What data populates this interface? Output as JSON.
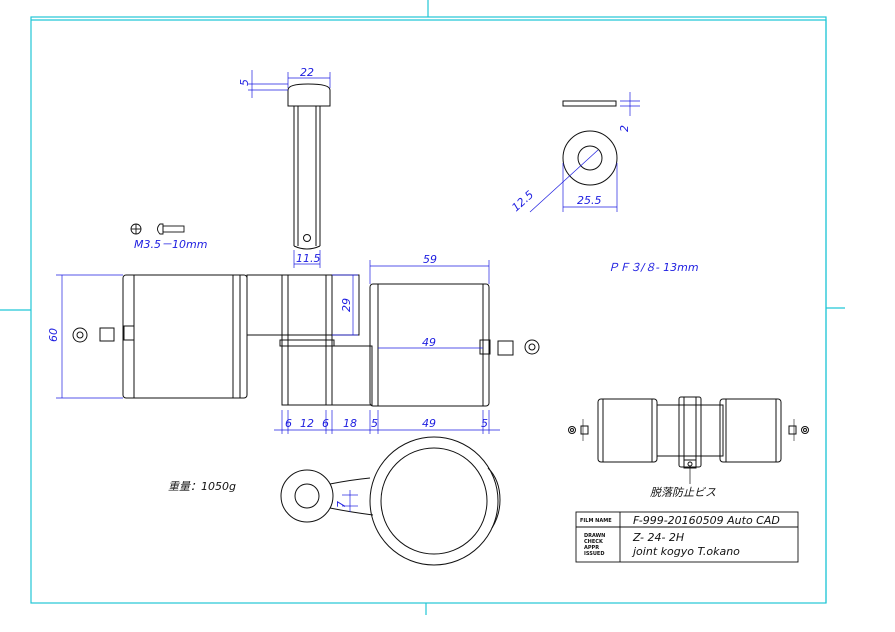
{
  "drawing": {
    "screw_spec": "M3.5－10mm",
    "thread_note": "ＰＦ３/８- 13mm",
    "weight_label": "重量：1050g",
    "callout_label": "脱落防止ビス",
    "colors": {
      "frame": "#22c6d6",
      "dimension": "#1d1de0",
      "outline": "#111111"
    },
    "dimensions": {
      "pin_head_h": "5",
      "pin_head_w": "22",
      "pin_dia": "11.5",
      "washer_t": "2",
      "washer_id": "12.5",
      "washer_od": "25.5",
      "overall_len": "59",
      "height": "60",
      "block_h": "29",
      "bore": "49",
      "chain": [
        "6",
        "12",
        "6",
        "18",
        "5",
        "49",
        "5"
      ],
      "slot": "7"
    },
    "title_block": {
      "film_name_label": "FILM NAME",
      "film_name": "F-999-20160509 Auto CAD",
      "roles": [
        "DRAWN",
        "CHECK",
        "APPR",
        "ISSUED"
      ],
      "part_no": "Z- 24- 2H",
      "maker": "joint kogyo T.okano"
    }
  }
}
